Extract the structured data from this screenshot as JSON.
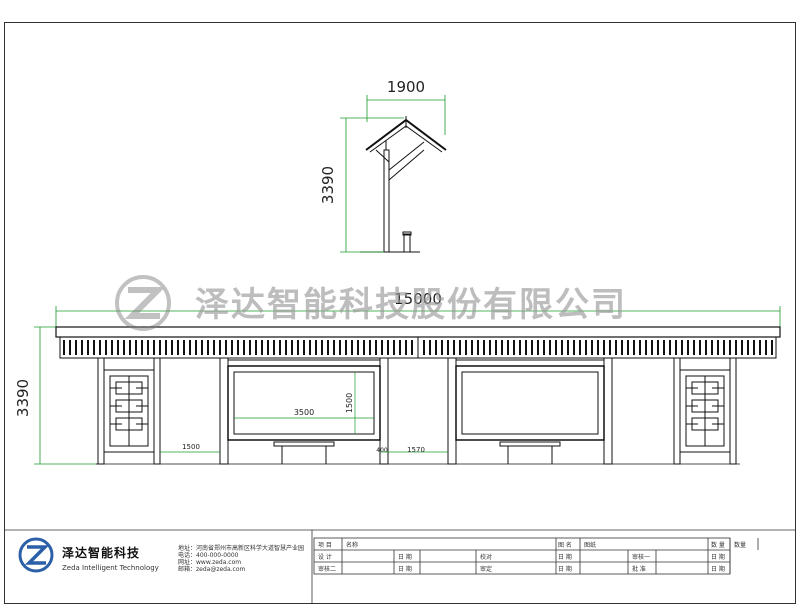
{
  "watermark": {
    "company": "泽达智能科技股份有限公司"
  },
  "side_view": {
    "width_dim": "1900",
    "height_dim": "3390"
  },
  "front_view": {
    "total_width_dim": "15000",
    "height_dim": "3390",
    "panel_width_dim": "3500",
    "panel_height_dim": "1500",
    "left_bay_dim": "1500",
    "small_dim": "400",
    "right_bay_dim": "1570"
  },
  "title_block": {
    "logo_cn": "泽达智能科技",
    "logo_en": "Zeda Intelligent Technology",
    "address_lines": [
      "地址：河南省郑州市高新区科学大道智慧产业园",
      "电话：400-000-0000",
      "网址：www.zeda.com",
      "邮箱：zeda@zeda.com"
    ],
    "cells": {
      "project": "项 目",
      "name": "名称",
      "drawing_name": "图 名",
      "drawing_value": "图纸",
      "quantity": "数 量",
      "quantity_value": "数量",
      "design": "设 计",
      "date1": "日 期",
      "check": "校对",
      "date2": "日 期",
      "review1": "审核一",
      "date3": "日 期",
      "review2": "审核二",
      "date4": "日 期",
      "approve": "审定",
      "date5": "日 期",
      "approve2": "批 准",
      "date6": "日 期"
    }
  }
}
